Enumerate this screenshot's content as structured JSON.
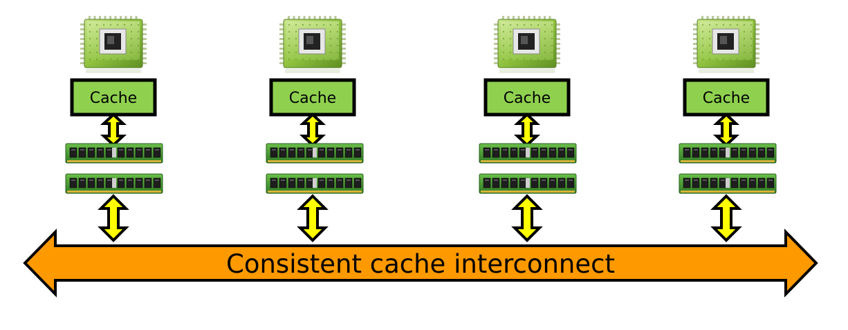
{
  "nodes": [
    {
      "cache_label": "Cache"
    },
    {
      "cache_label": "Cache"
    },
    {
      "cache_label": "Cache"
    },
    {
      "cache_label": "Cache"
    }
  ],
  "interconnect": {
    "label": "Consistent cache interconnect"
  },
  "colors": {
    "cache_fill": "#8fd14f",
    "bus_fill": "#ff9900",
    "arrow_fill": "#ffff00",
    "chip_green": "#7fb236",
    "ram_green": "#3c8a2c"
  },
  "icons": [
    "processor-chip-icon",
    "ram-module-icon",
    "double-arrow-icon"
  ]
}
